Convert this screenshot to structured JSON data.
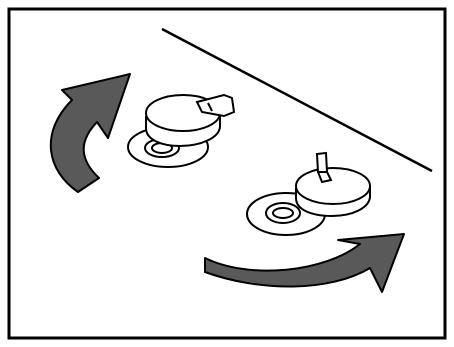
{
  "diagram": {
    "colors": {
      "background": "#ffffff",
      "outline": "#000000",
      "arrow_fill": "#595959",
      "part_fill": "#ffffff"
    },
    "elements": [
      {
        "name": "curved-up-arrow-icon",
        "kind": "arrow"
      },
      {
        "name": "curved-right-arrow-icon",
        "kind": "arrow"
      },
      {
        "name": "diagonal-divider-line",
        "kind": "line"
      },
      {
        "name": "cap-open-upper",
        "kind": "part"
      },
      {
        "name": "cap-open-lower",
        "kind": "part"
      }
    ]
  }
}
